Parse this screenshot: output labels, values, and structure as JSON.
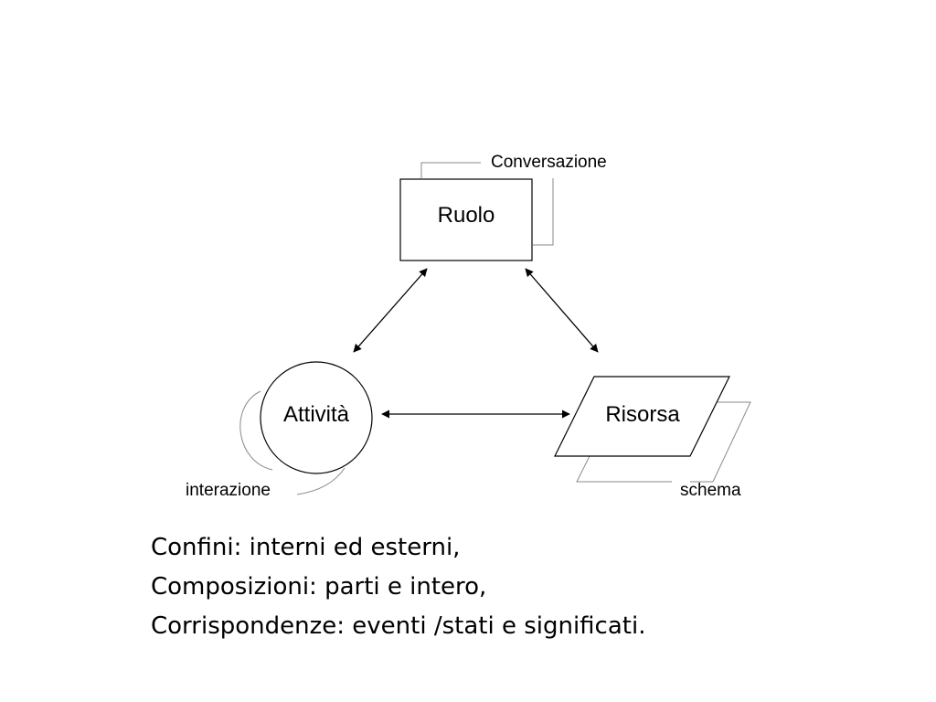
{
  "diagram": {
    "nodes": {
      "ruolo": {
        "label": "Ruolo",
        "shape": "rectangle",
        "annotation": "Conversazione"
      },
      "attivita": {
        "label": "Attività",
        "shape": "circle",
        "annotation": "interazione"
      },
      "risorsa": {
        "label": "Risorsa",
        "shape": "parallelogram",
        "annotation": "schema"
      }
    },
    "edges": [
      {
        "from": "ruolo",
        "to": "attivita",
        "style": "double-arrow"
      },
      {
        "from": "ruolo",
        "to": "risorsa",
        "style": "double-arrow"
      },
      {
        "from": "attivita",
        "to": "risorsa",
        "style": "double-arrow"
      }
    ]
  },
  "notes": [
    "Confini: interni ed esterni,",
    "Composizioni: parti e intero,",
    "Corrispondenze: eventi /stati e significati."
  ],
  "colors": {
    "line": "#000000",
    "shadow": "#8a8a8a",
    "background": "#ffffff"
  }
}
